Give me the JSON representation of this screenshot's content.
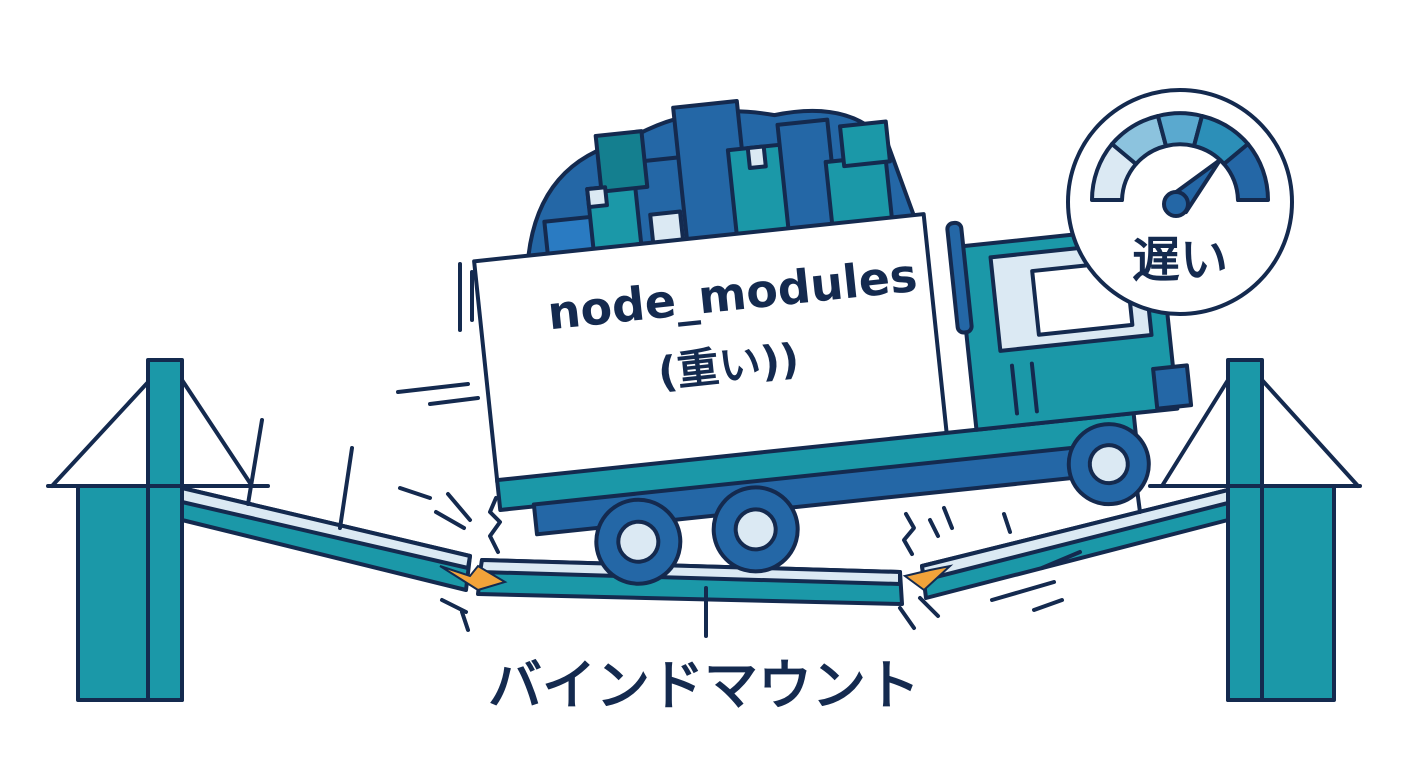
{
  "cargo": {
    "title": "node_modules",
    "subtitle": "(重い))"
  },
  "speedometer": {
    "label": "遅い",
    "level": "slow"
  },
  "bridge": {
    "label": "バインドマウント",
    "state": "breaking"
  },
  "icons": [
    "truck-icon",
    "speedometer-icon",
    "bridge-icon",
    "package-box-icon",
    "crack-icon"
  ],
  "colors": {
    "outline": "#142a4f",
    "teal": "#1b98a8",
    "dark_teal": "#147f8f",
    "blue": "#2467a6",
    "pale_blue": "#dbe9f3",
    "crack_orange": "#f2a33a"
  }
}
